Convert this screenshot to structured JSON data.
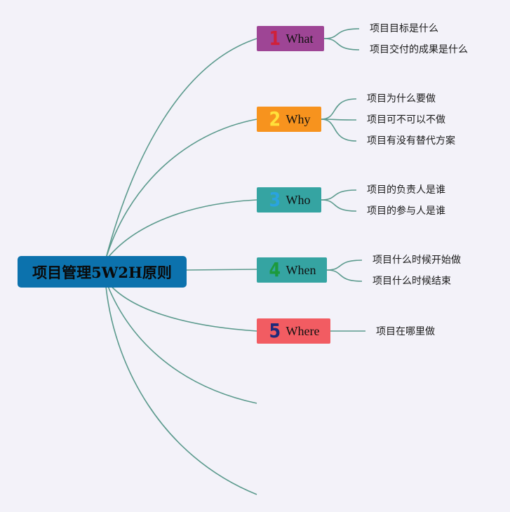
{
  "root": {
    "title": "项目管理5W2H原则"
  },
  "branches": [
    {
      "number": "1",
      "label": "What",
      "fill": "#9e4595",
      "number_color": "#d0213a",
      "children": [
        "项目目标是什么",
        "项目交付的成果是什么"
      ]
    },
    {
      "number": "2",
      "label": "Why",
      "fill": "#f7931e",
      "number_color": "#ffe03a",
      "children": [
        "项目为什么要做",
        "项目可不可以不做",
        "项目有没有替代方案"
      ]
    },
    {
      "number": "3",
      "label": "Who",
      "fill": "#35a4a2",
      "number_color": "#2aa3e0",
      "children": [
        "项目的负责人是谁",
        "项目的参与人是谁"
      ]
    },
    {
      "number": "4",
      "label": "When",
      "fill": "#35a4a2",
      "number_color": "#1c9a3c",
      "children": [
        "项目什么时候开始做",
        "项目什么时候结束"
      ]
    },
    {
      "number": "5",
      "label": "Where",
      "fill": "#f25c62",
      "number_color": "#1f2a7a",
      "children": [
        "项目在哪里做"
      ]
    }
  ],
  "colors": {
    "background": "#f3f2f9",
    "connector": "#5b9a8d",
    "root_fill": "#0c72ad"
  }
}
